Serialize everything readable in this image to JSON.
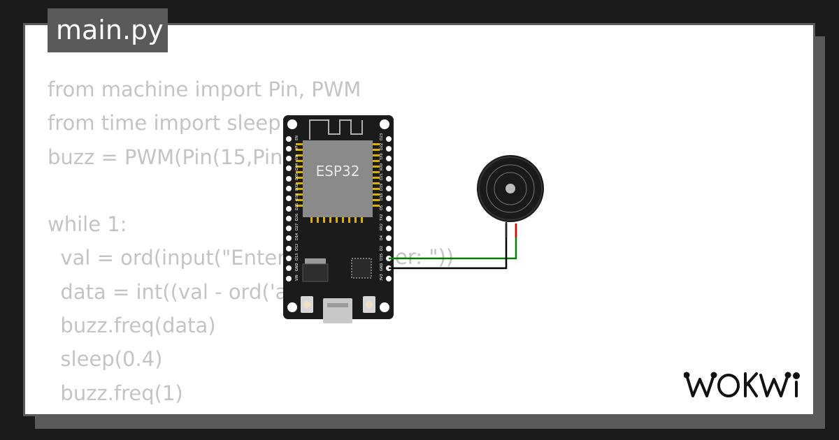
{
  "file_tab": {
    "label": "main.py"
  },
  "code_lines": [
    "from machine import Pin, PWM",
    "from time import sleep",
    "buzz = PWM(Pin(15,Pin",
    "",
    "while 1:",
    "  val = ord(input(\"Enter",
    "  data = int((val - ord('a",
    "  buzz.freq(data)",
    "  sleep(0.4)",
    "  buzz.freq(1)"
  ],
  "code_overflow_text": {
    "line6_tail": "er: \"))"
  },
  "board": {
    "chip_label": "ESP32",
    "left_pins": [
      "EN",
      "VP",
      "VN",
      "D34",
      "D35",
      "D32",
      "D33",
      "D25",
      "D26",
      "D27",
      "D14",
      "D12",
      "D13",
      "GND",
      "VIN"
    ],
    "right_pins": [
      "D23",
      "D22",
      "TX0",
      "RX0",
      "D21",
      "D19",
      "D18",
      "D5",
      "TX2",
      "RX2",
      "D4",
      "D2",
      "D15",
      "GND",
      "3V3"
    ]
  },
  "wires": {
    "signal_color": "#008000",
    "ground_color": "#000000",
    "buzzer_lead_color": "#e00000"
  },
  "branding": {
    "logo": "WOKWI"
  }
}
